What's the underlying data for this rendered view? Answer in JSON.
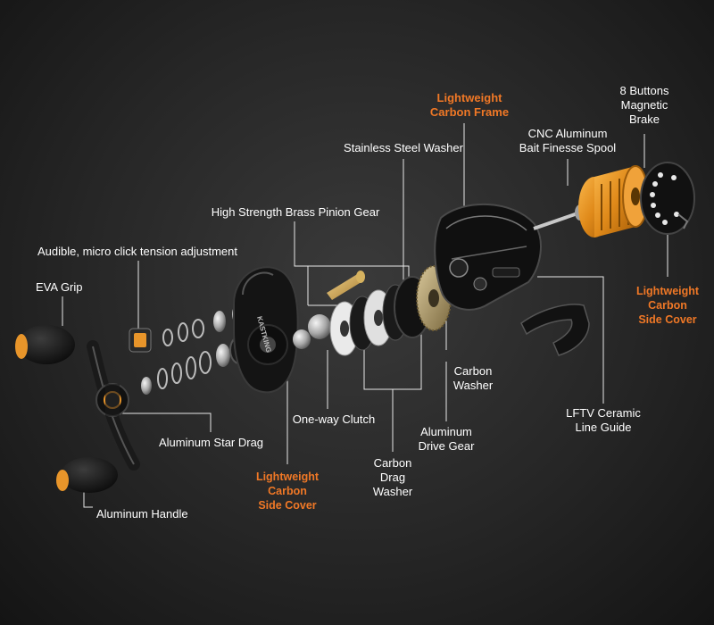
{
  "colors": {
    "background": "#2b2b2b",
    "label_text": "#ffffff",
    "highlight_text": "#f07826",
    "accent_orange": "#e8952a",
    "leader_line": "#e8e8e8"
  },
  "labels": {
    "frame": "Lightweight\nCarbon Frame",
    "magnetic_brake": "8 Buttons\nMagnetic\nBrake",
    "spool": "CNC Aluminum\nBait Finesse Spool",
    "stainless_washer": "Stainless Steel Washer",
    "pinion_gear": "High Strength Brass Pinion Gear",
    "tension_adjust": "Audible, micro click tension adjustment",
    "eva_grip": "EVA Grip",
    "side_cover_right": "Lightweight\nCarbon\nSide Cover",
    "carbon_washer": "Carbon\nWasher",
    "ceramic_guide": "LFTV Ceramic\nLine Guide",
    "one_way_clutch": "One-way Clutch",
    "drive_gear": "Aluminum\nDrive Gear",
    "star_drag": "Aluminum Star Drag",
    "drag_washer": "Carbon\nDrag\nWasher",
    "side_cover_left": "Lightweight\nCarbon\nSide Cover",
    "handle": "Aluminum Handle"
  },
  "icons": {
    "handle": "reel-handle-icon",
    "side_plate": "side-plate-icon",
    "frame": "reel-frame-icon",
    "spool": "spool-icon",
    "brake": "magnetic-brake-icon",
    "line_guide": "line-guide-icon"
  }
}
